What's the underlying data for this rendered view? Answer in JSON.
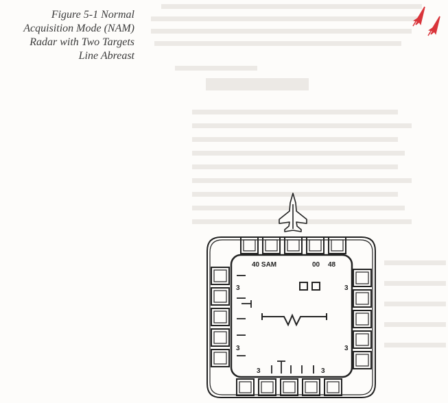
{
  "caption": {
    "line1": "Figure 5-1 Normal",
    "line2": "Acquisition Mode (NAM)",
    "line3": "Radar with Two Targets",
    "line4": "Line Abreast"
  },
  "mfd": {
    "range_label": "40 SAM",
    "right_readout_a": "00",
    "right_readout_b": "48",
    "left_scale_top": "3",
    "left_scale_bottom": "3",
    "right_scale_top": "3",
    "right_scale_bottom": "3",
    "bottom_scale_left": "3",
    "bottom_scale_right": "3"
  },
  "colors": {
    "ink": "#222222",
    "paper": "#fdfcfa",
    "bleed_text": "#e6e3df",
    "accent_red": "#d9343a"
  }
}
